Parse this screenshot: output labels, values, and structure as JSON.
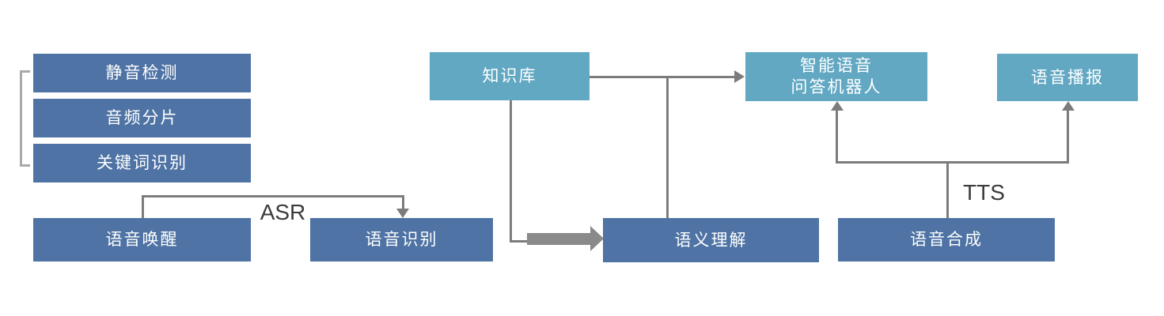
{
  "palette": {
    "box_dark_blue": "#4e73a4",
    "box_light_blue": "#62a8c3",
    "connector_gray": "#7c7c7c",
    "thick_arrow_gray": "#8a8a8a",
    "bracket_gray": "#a9a9a9",
    "edge_label_text": "#3b3b3b",
    "box_text": "#ffffff",
    "background": "#ffffff"
  },
  "nodes": {
    "silence_detection": {
      "label": "静音检测"
    },
    "audio_slicing": {
      "label": "音频分片"
    },
    "keyword_recognition": {
      "label": "关键词识别"
    },
    "voice_wakeup": {
      "label": "语音唤醒"
    },
    "speech_recognition": {
      "label": "语音识别"
    },
    "knowledge_base": {
      "label": "知识库"
    },
    "semantic_understanding": {
      "label": "语义理解"
    },
    "qa_robot": {
      "label_line1": "智能语音",
      "label_line2": "问答机器人"
    },
    "speech_synthesis": {
      "label": "语音合成"
    },
    "voice_broadcast": {
      "label": "语音播报"
    }
  },
  "edge_labels": {
    "asr": "ASR",
    "tts": "TTS"
  },
  "edges": [
    {
      "from": "voice_wakeup",
      "to": "speech_recognition",
      "label": "ASR",
      "style": "thin-arrow"
    },
    {
      "from": "knowledge_base",
      "to": "qa_robot",
      "style": "thin-arrow"
    },
    {
      "from": "knowledge_base",
      "to": "semantic_understanding",
      "style": "thick-arrow"
    },
    {
      "from": "semantic_understanding",
      "to": "qa_robot",
      "style": "thin-line-join"
    },
    {
      "from": "speech_synthesis",
      "to": "qa_robot",
      "label": "TTS",
      "style": "thin-arrow"
    },
    {
      "from": "speech_synthesis",
      "to": "voice_broadcast",
      "label": "TTS",
      "style": "thin-arrow"
    },
    {
      "group": [
        "silence_detection",
        "audio_slicing",
        "keyword_recognition"
      ],
      "style": "left-bracket"
    }
  ]
}
